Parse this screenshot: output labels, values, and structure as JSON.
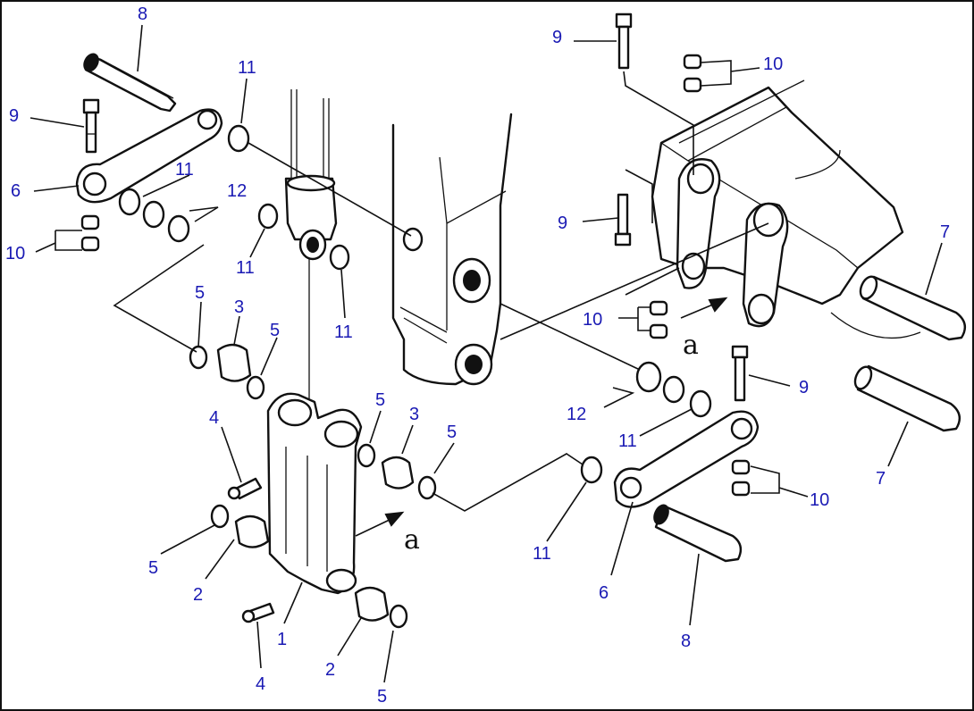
{
  "diagram": {
    "border_color": "#111111",
    "callout_color": "#1a1ab4",
    "callouts": [
      {
        "id": "c8a",
        "text": "8"
      },
      {
        "id": "c9a",
        "text": "9"
      },
      {
        "id": "c6a",
        "text": "6"
      },
      {
        "id": "c10a",
        "text": "10"
      },
      {
        "id": "c11a",
        "text": "11"
      },
      {
        "id": "c11b",
        "text": "11"
      },
      {
        "id": "c12a",
        "text": "12"
      },
      {
        "id": "c11c",
        "text": "11"
      },
      {
        "id": "c11d",
        "text": "11"
      },
      {
        "id": "c5a",
        "text": "5"
      },
      {
        "id": "c3a",
        "text": "3"
      },
      {
        "id": "c5b",
        "text": "5"
      },
      {
        "id": "c4a",
        "text": "4"
      },
      {
        "id": "c5c",
        "text": "5"
      },
      {
        "id": "c3b",
        "text": "3"
      },
      {
        "id": "c5d",
        "text": "5"
      },
      {
        "id": "c5e",
        "text": "5"
      },
      {
        "id": "c2a",
        "text": "2"
      },
      {
        "id": "c1a",
        "text": "1"
      },
      {
        "id": "c4b",
        "text": "4"
      },
      {
        "id": "c2b",
        "text": "2"
      },
      {
        "id": "c5f",
        "text": "5"
      },
      {
        "id": "c9b",
        "text": "9"
      },
      {
        "id": "c10b",
        "text": "10"
      },
      {
        "id": "c9c",
        "text": "9"
      },
      {
        "id": "c7a",
        "text": "7"
      },
      {
        "id": "c10c",
        "text": "10"
      },
      {
        "id": "c9d",
        "text": "9"
      },
      {
        "id": "c12b",
        "text": "12"
      },
      {
        "id": "c11e",
        "text": "11"
      },
      {
        "id": "c7b",
        "text": "7"
      },
      {
        "id": "c10d",
        "text": "10"
      },
      {
        "id": "c11f",
        "text": "11"
      },
      {
        "id": "c6b",
        "text": "6"
      },
      {
        "id": "c8b",
        "text": "8"
      }
    ],
    "direction_labels": [
      {
        "id": "a1",
        "text": "a"
      },
      {
        "id": "a2",
        "text": "a"
      }
    ]
  }
}
